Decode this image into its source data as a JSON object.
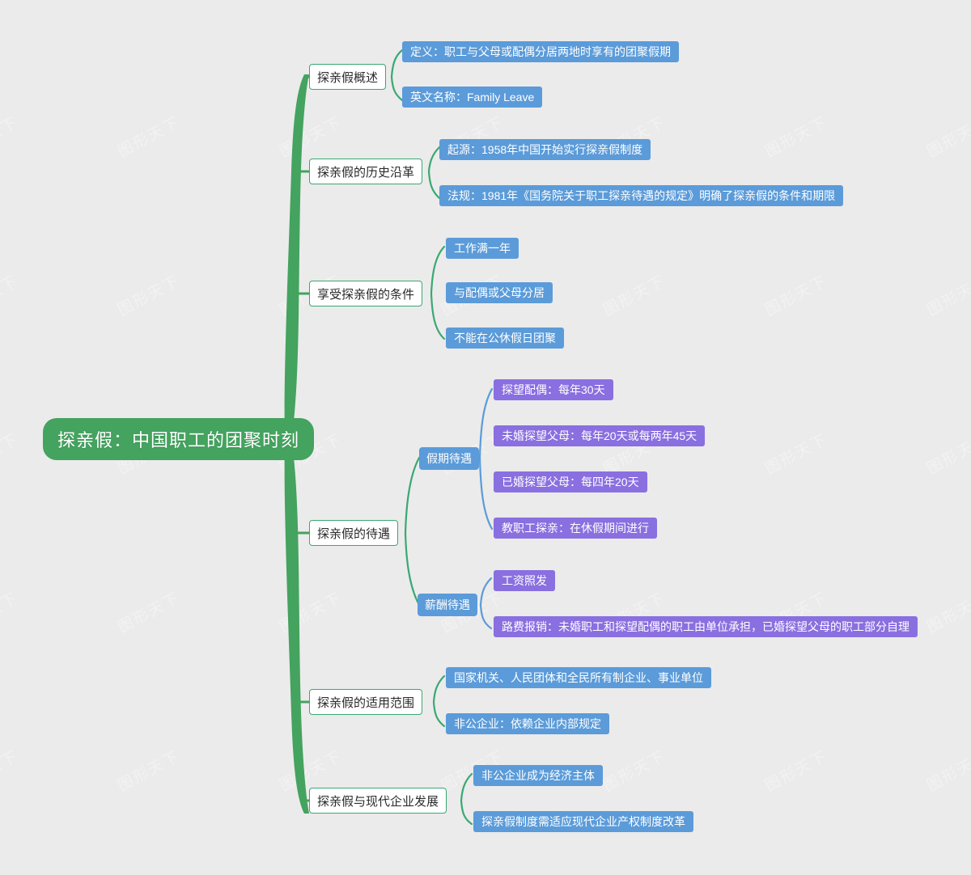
{
  "meta": {
    "watermark_text": "图形天下",
    "background_color": "#ebebeb",
    "root_color": "#44a35f",
    "branch_border_color": "#3aa873",
    "leaf_blue_color": "#5b9bd9",
    "leaf_purple_color": "#8a6fe0",
    "edge_green": "#44a35f",
    "edge_blue": "#5b9bd9"
  },
  "mindmap": {
    "root": {
      "label": "探亲假：中国职工的团聚时刻"
    },
    "branches": [
      {
        "label": "探亲假概述",
        "children": [
          {
            "label": "定义：职工与父母或配偶分居两地时享有的团聚假期"
          },
          {
            "label": "英文名称：Family Leave"
          }
        ]
      },
      {
        "label": "探亲假的历史沿革",
        "children": [
          {
            "label": "起源：1958年中国开始实行探亲假制度"
          },
          {
            "label": "法规：1981年《国务院关于职工探亲待遇的规定》明确了探亲假的条件和期限"
          }
        ]
      },
      {
        "label": "享受探亲假的条件",
        "children": [
          {
            "label": "工作满一年"
          },
          {
            "label": "与配偶或父母分居"
          },
          {
            "label": "不能在公休假日团聚"
          }
        ]
      },
      {
        "label": "探亲假的待遇",
        "groups": [
          {
            "label": "假期待遇",
            "children": [
              {
                "label": "探望配偶：每年30天"
              },
              {
                "label": "未婚探望父母：每年20天或每两年45天"
              },
              {
                "label": "已婚探望父母：每四年20天"
              },
              {
                "label": "教职工探亲：在休假期间进行"
              }
            ]
          },
          {
            "label": "薪酬待遇",
            "children": [
              {
                "label": "工资照发"
              },
              {
                "label": "路费报销：未婚职工和探望配偶的职工由单位承担，已婚探望父母的职工部分自理"
              }
            ]
          }
        ]
      },
      {
        "label": "探亲假的适用范围",
        "children": [
          {
            "label": "国家机关、人民团体和全民所有制企业、事业单位"
          },
          {
            "label": "非公企业：依赖企业内部规定"
          }
        ]
      },
      {
        "label": "探亲假与现代企业发展",
        "children": [
          {
            "label": "非公企业成为经济主体"
          },
          {
            "label": "探亲假制度需适应现代企业产权制度改革"
          }
        ]
      }
    ]
  }
}
